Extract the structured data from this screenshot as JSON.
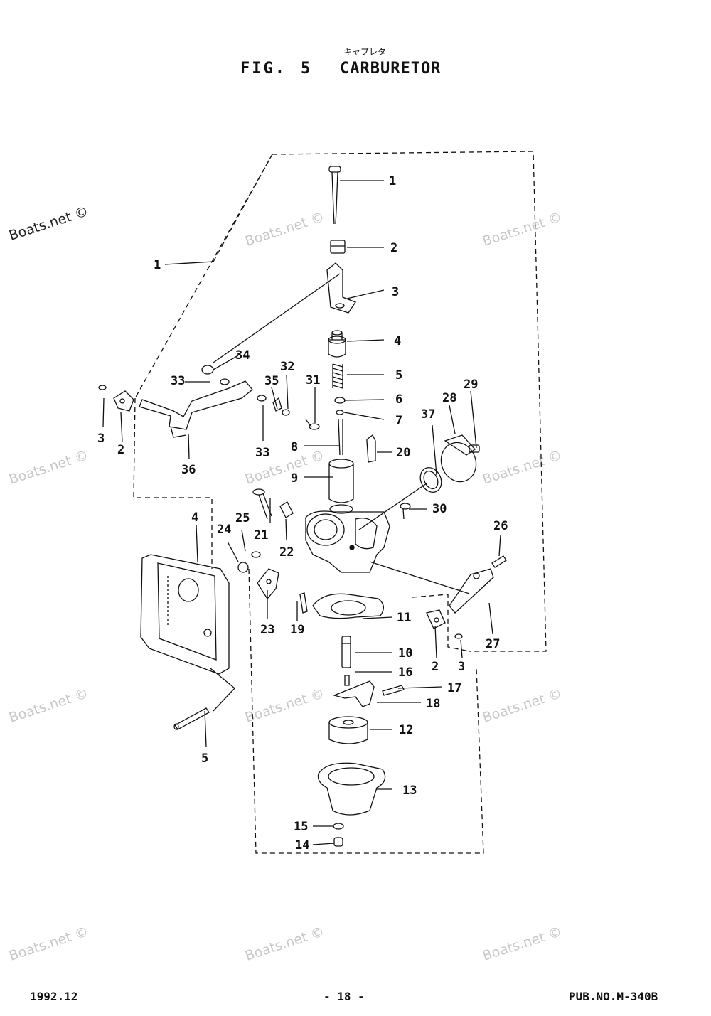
{
  "header": {
    "fig_label": "FIG.",
    "fig_number": "5",
    "title": "CARBURETOR",
    "title_jp": "キャブレタ"
  },
  "footer": {
    "date": "1992.12",
    "page": "- 18 -",
    "pub_no": "PUB.NO.M-340B"
  },
  "watermark": {
    "text": "Boats.net ©"
  },
  "callouts": [
    "1",
    "2",
    "3",
    "4",
    "5",
    "6",
    "7",
    "8",
    "9",
    "10",
    "11",
    "12",
    "13",
    "14",
    "15",
    "16",
    "17",
    "18",
    "19",
    "20",
    "21",
    "22",
    "23",
    "24",
    "25",
    "26",
    "27",
    "28",
    "29",
    "30",
    "31",
    "32",
    "33",
    "34",
    "35",
    "36",
    "37"
  ],
  "colors": {
    "ink": "#111111",
    "watermark": "#c8c8c8",
    "background": "#ffffff"
  }
}
